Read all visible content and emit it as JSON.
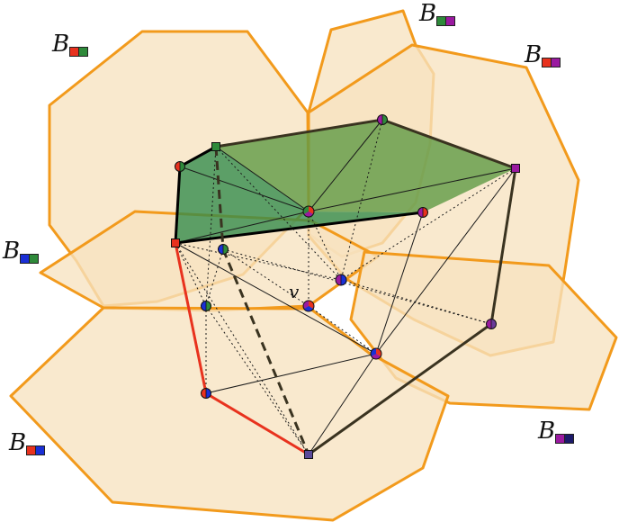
{
  "labels": {
    "b_red_green": "B",
    "b_green_purple": "B",
    "b_red_purple": "B",
    "b_blue_green": "B",
    "b_purple_navy": "B",
    "b_red_blue": "B",
    "vertex_v": "v"
  },
  "colors": {
    "region_fill": "#f7e3c0",
    "region_stroke": "#f29a1c",
    "face_green": "#2f8a4a",
    "edge_red": "#e8321e",
    "red": "#e8321e",
    "green": "#2e8a3a",
    "blue": "#1a2fd6",
    "purple": "#9a1aa0",
    "navy": "#1c1a6a"
  }
}
